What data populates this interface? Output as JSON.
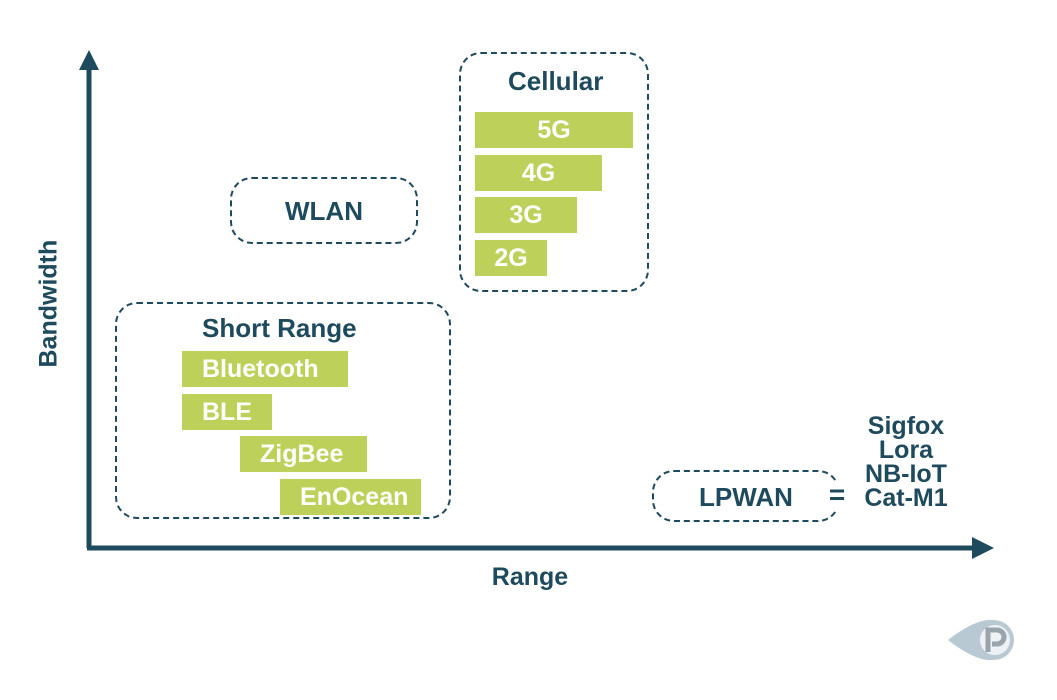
{
  "axes": {
    "x_label": "Range",
    "y_label": "Bandwidth"
  },
  "colors": {
    "primary": "#1e4a5e",
    "bar": "#bdd15a",
    "bar_text": "#ffffff"
  },
  "groups": {
    "cellular": {
      "title": "Cellular",
      "items": [
        "5G",
        "4G",
        "3G",
        "2G"
      ]
    },
    "wlan": {
      "title": "WLAN"
    },
    "short_range": {
      "title": "Short Range",
      "items": [
        "Bluetooth",
        "BLE",
        "ZigBee",
        "EnOcean"
      ]
    },
    "lpwan": {
      "title": "LPWAN",
      "equals": "=",
      "items": [
        "Sigfox",
        "Lora",
        "NB-IoT",
        "Cat-M1"
      ]
    }
  },
  "logo": {
    "icon": "brand-logo-icon",
    "letter": "P"
  }
}
